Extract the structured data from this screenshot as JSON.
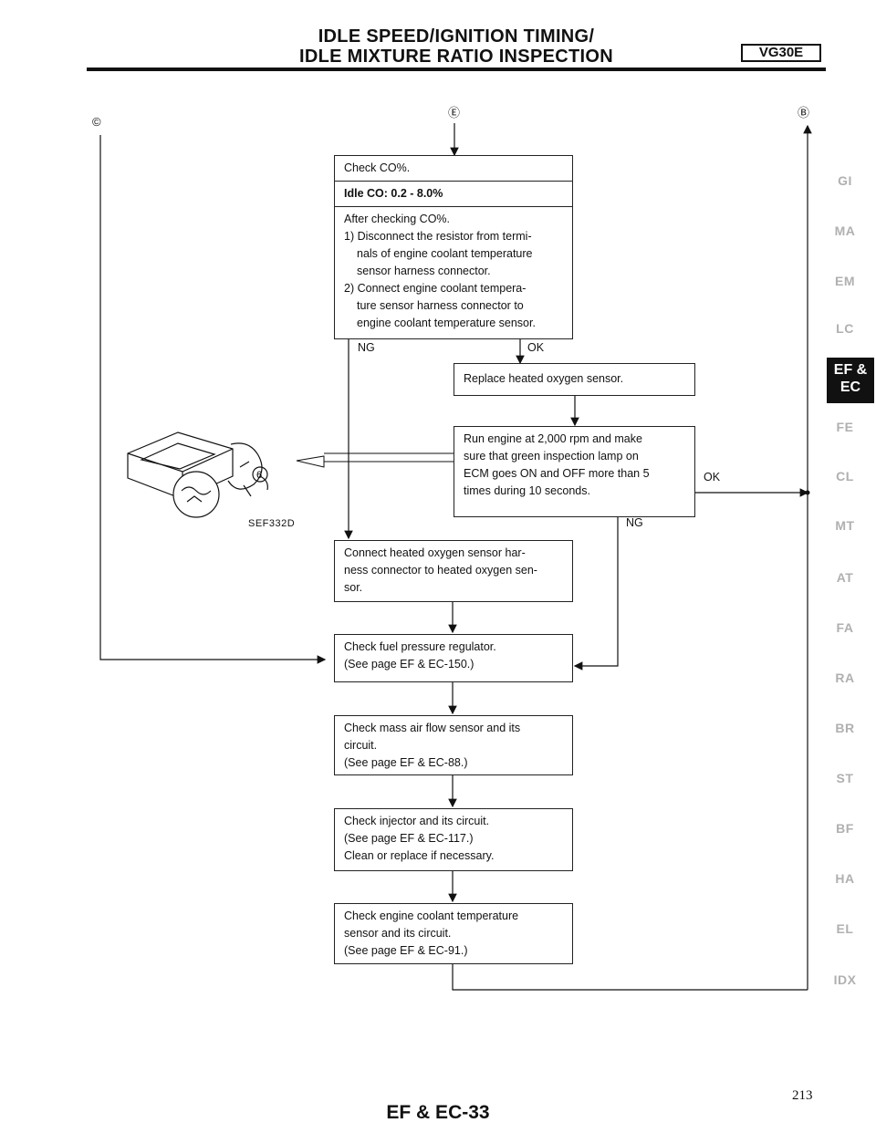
{
  "header": {
    "title_line1": "IDLE SPEED/IGNITION TIMING/",
    "title_line2": "IDLE MIXTURE RATIO INSPECTION",
    "badge": "VG30E"
  },
  "connectors": {
    "c": "©",
    "e": "Ⓔ",
    "b": "Ⓑ"
  },
  "flow": {
    "check_co": {
      "title": "Check CO%.",
      "spec": "Idle CO: 0.2 - 8.0%",
      "after": "After checking CO%.",
      "step1_a": "1) Disconnect the resistor from termi-",
      "step1_b": "nals of engine coolant temperature",
      "step1_c": "sensor harness connector.",
      "step2_a": "2) Connect engine coolant tempera-",
      "step2_b": "ture sensor harness connector to",
      "step2_c": "engine coolant temperature sensor."
    },
    "ng_label_1": "NG",
    "ok_label_1": "OK",
    "replace_o2": "Replace heated oxygen sensor.",
    "run_engine": {
      "l1": "Run engine at 2,000 rpm and make",
      "l2": "sure that green inspection lamp on",
      "l3": "ECM goes ON and OFF more than 5",
      "l4": "times during 10 seconds."
    },
    "ok_label_2": "OK",
    "ng_label_2": "NG",
    "connect_o2": {
      "l1": "Connect heated oxygen sensor har-",
      "l2": "ness connector to heated oxygen sen-",
      "l3": "sor."
    },
    "fuel_reg": {
      "l1": "Check fuel pressure regulator.",
      "l2": "(See page EF & EC-150.)"
    },
    "maf": {
      "l1": "Check mass air flow sensor and its",
      "l2": "circuit.",
      "l3": "(See page EF & EC-88.)"
    },
    "injector": {
      "l1": "Check injector and its circuit.",
      "l2": "(See page EF & EC-117.)",
      "l3": "Clean or replace if necessary."
    },
    "coolant": {
      "l1": "Check engine coolant temperature",
      "l2": "sensor and its circuit.",
      "l3": "(See page EF & EC-91.)"
    }
  },
  "illustration": {
    "caption": "SEF332D",
    "pin_number": "6"
  },
  "side_tabs": [
    {
      "label": "GI"
    },
    {
      "label": "MA"
    },
    {
      "label": "EM"
    },
    {
      "label": "LC"
    },
    {
      "label": "FE"
    },
    {
      "label": "CL"
    },
    {
      "label": "MT"
    },
    {
      "label": "AT"
    },
    {
      "label": "FA"
    },
    {
      "label": "RA"
    },
    {
      "label": "BR"
    },
    {
      "label": "ST"
    },
    {
      "label": "BF"
    },
    {
      "label": "HA"
    },
    {
      "label": "EL"
    },
    {
      "label": "IDX"
    }
  ],
  "active_tab": {
    "line1": "EF &",
    "line2": "EC"
  },
  "footer": {
    "section": "EF & EC-33",
    "page_number": "213"
  }
}
